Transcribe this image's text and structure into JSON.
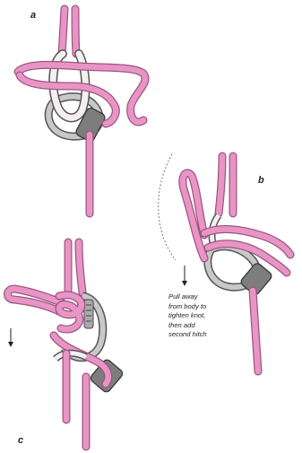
{
  "labels": {
    "a": "a",
    "b": "b",
    "c": "c"
  },
  "caption": {
    "lines": [
      "Pull away",
      "from body to",
      "tighten knot,",
      "then add",
      "second hitch"
    ]
  },
  "colors": {
    "rope": "#e895c6",
    "rope_outline": "#9c5580",
    "carabiner": "#c8c8c8",
    "carabiner_outline": "#555555",
    "gate": "#7d7d7d",
    "background": "#ffffff"
  },
  "icons": [
    "arrow-down-icon",
    "dotted-arc-icon"
  ]
}
